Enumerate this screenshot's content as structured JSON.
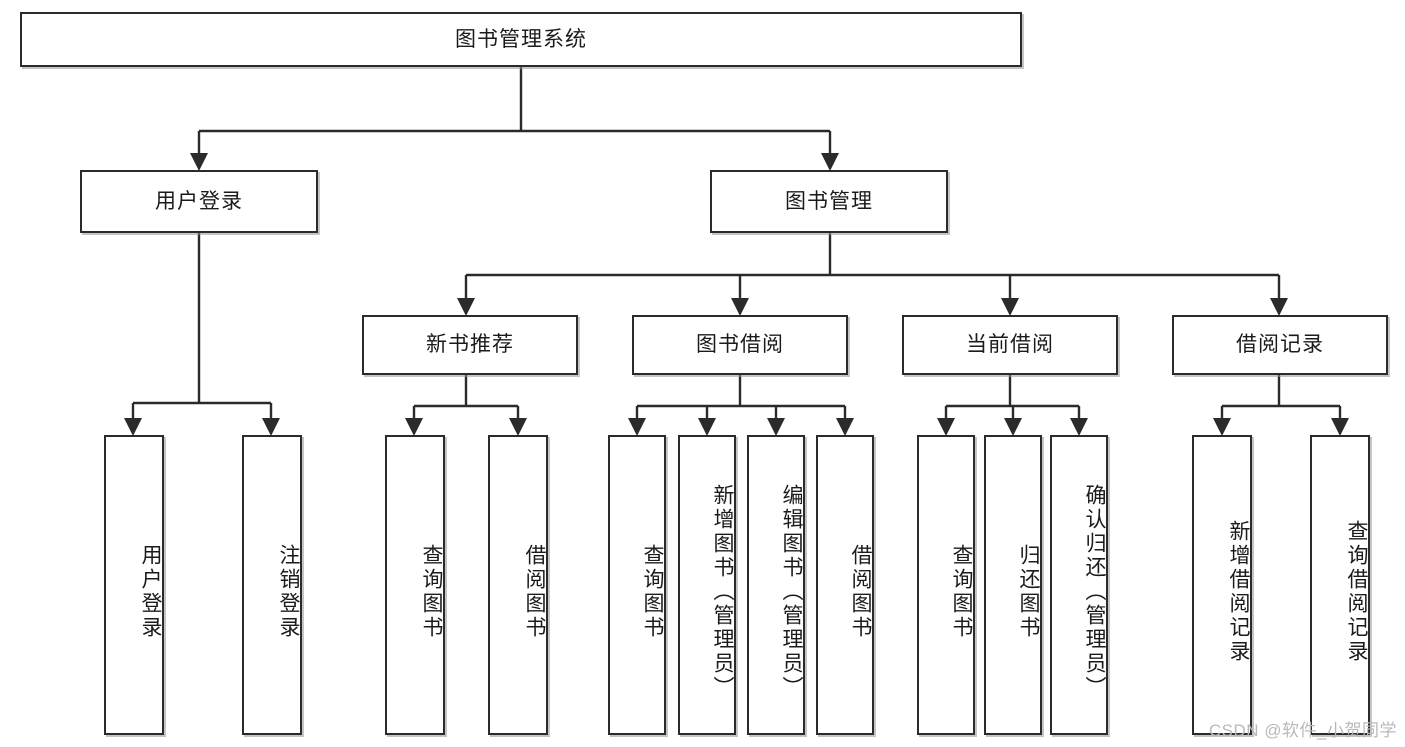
{
  "diagram": {
    "title": "图书管理系统",
    "type": "hierarchy-tree",
    "watermark": "CSDN @软件_小贺同学",
    "colors": {
      "border": "#2b2b2b",
      "background": "#ffffff",
      "text": "#1b1b1b",
      "watermark": "#b9b9b9",
      "edge": "#2b2b2b"
    },
    "nodes": {
      "root": {
        "label": "图书管理系统"
      },
      "level2": [
        {
          "label": "用户登录"
        },
        {
          "label": "图书管理"
        }
      ],
      "level3": [
        {
          "label": "新书推荐"
        },
        {
          "label": "图书借阅"
        },
        {
          "label": "当前借阅"
        },
        {
          "label": "借阅记录"
        }
      ],
      "leaves": {
        "user_login": [
          {
            "label": "用户登录"
          },
          {
            "label": "注销登录"
          }
        ],
        "new_book_recommend": [
          {
            "label": "查询图书"
          },
          {
            "label": "借阅图书"
          }
        ],
        "book_borrow": [
          {
            "label": "查询图书"
          },
          {
            "label": "新增图书（管理员）"
          },
          {
            "label": "编辑图书（管理员）"
          },
          {
            "label": "借阅图书"
          }
        ],
        "current_borrow": [
          {
            "label": "查询图书"
          },
          {
            "label": "归还图书"
          },
          {
            "label": "确认归还（管理员）"
          }
        ],
        "borrow_record": [
          {
            "label": "新增借阅记录"
          },
          {
            "label": "查询借阅记录"
          }
        ]
      }
    }
  }
}
